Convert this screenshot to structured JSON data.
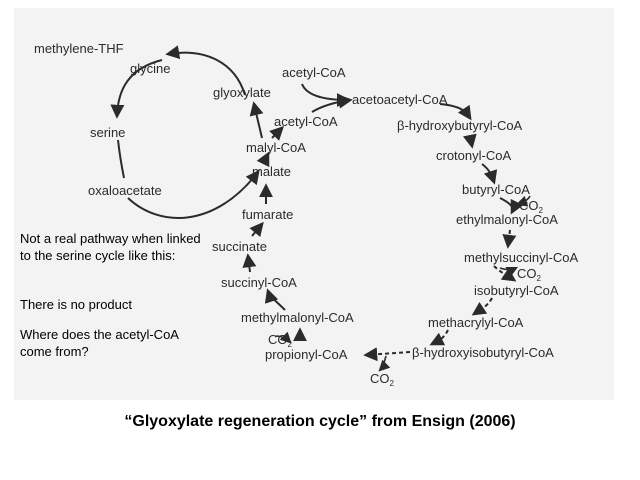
{
  "diagram": {
    "compounds": {
      "methylene_thf": "methylene-THF",
      "glycine": "glycine",
      "serine": "serine",
      "oxaloacetate": "oxaloacetate",
      "glyoxylate": "glyoxylate",
      "acetyl_coa_top": "acetyl-CoA",
      "acetoacetyl_coa": "acetoacetyl-CoA",
      "acetyl_coa_inner": "acetyl-CoA",
      "malyl_coa": "malyl-CoA",
      "malate": "malate",
      "fumarate": "fumarate",
      "succinate": "succinate",
      "succinyl_coa": "succinyl-CoA",
      "methylmalonyl_coa": "methylmalonyl-CoA",
      "propionyl_coa": "propionyl-CoA",
      "hydroxybutyryl_coa": "β-hydroxybutyryl-CoA",
      "crotonyl_coa": "crotonyl-CoA",
      "butyryl_coa": "butyryl-CoA",
      "ethylmalonyl_coa": "ethylmalonyl-CoA",
      "methylsuccinyl_coa": "methylsuccinyl-CoA",
      "isobutyryl_coa": "isobutyryl-CoA",
      "methacrylyl_coa": "methacrylyl-CoA",
      "hydroxyisobutyryl_coa": "β-hydroxyisobutyryl-CoA"
    },
    "co2": "CO",
    "co2_sub": "2"
  },
  "notes": {
    "line1": "Not a real pathway when linked to the serine cycle like this:",
    "line2": "There is no product",
    "line3": "Where does the acetyl-CoA come from?"
  },
  "caption": "“Glyoxylate regeneration cycle” from Ensign (2006)",
  "colors": {
    "panel": "#f3f3f3",
    "ink": "#2b2b2b"
  }
}
